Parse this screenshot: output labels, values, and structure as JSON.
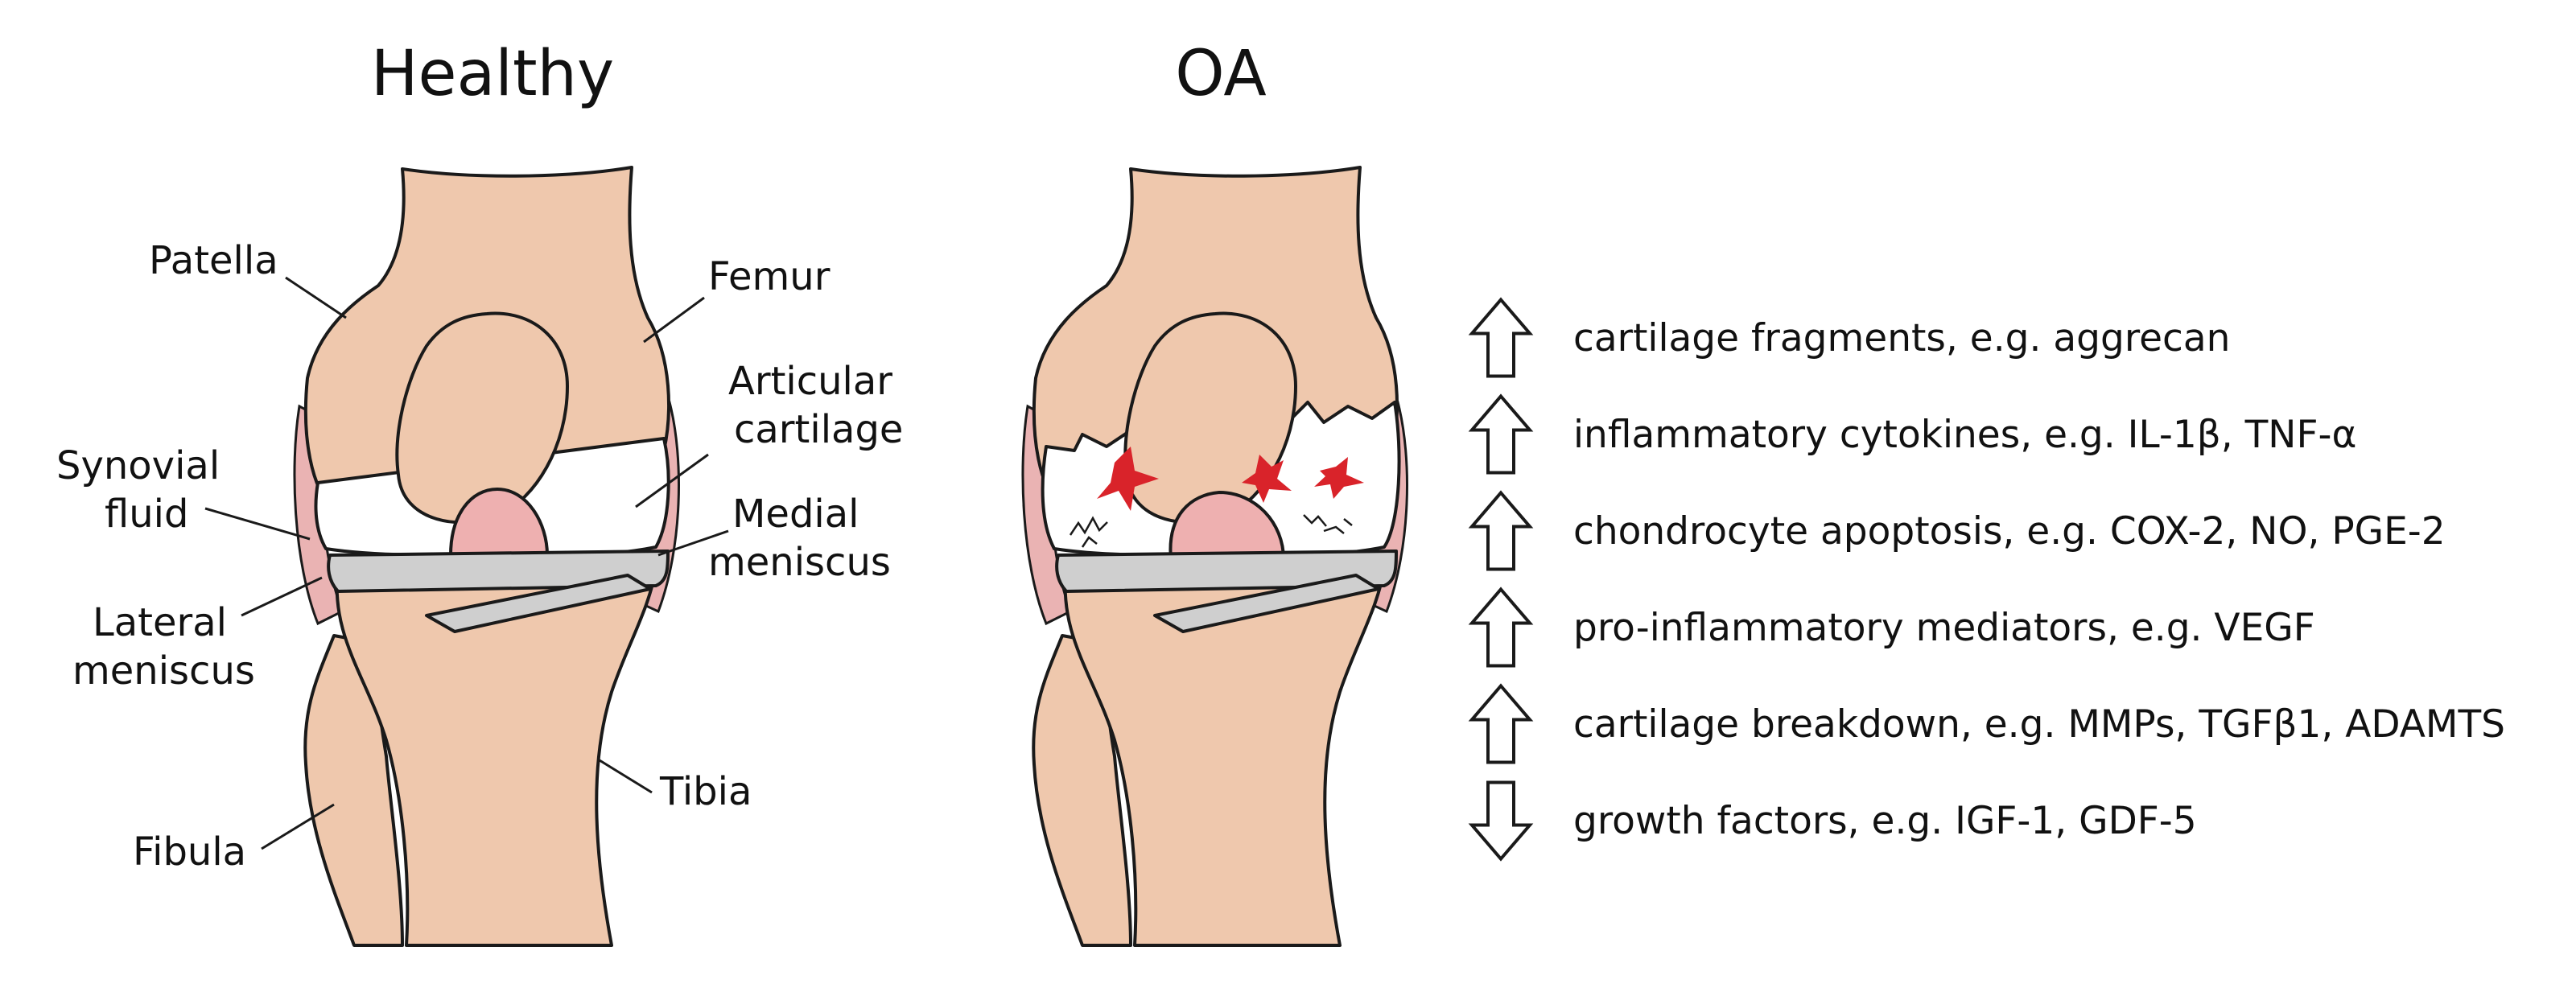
{
  "titles": {
    "healthy": "Healthy",
    "oa": "OA"
  },
  "labels": {
    "patella": "Patella",
    "femur": "Femur",
    "articular_1": "Articular",
    "articular_2": "cartilage",
    "synovial_1": "Synovial",
    "synovial_2": "fluid",
    "medial_1": "Medial",
    "medial_2": "meniscus",
    "lateral_1": "Lateral",
    "lateral_2": "meniscus",
    "tibia": "Tibia",
    "fibula": "Fibula"
  },
  "changes": [
    {
      "direction": "up",
      "text": "cartilage fragments, e.g. aggrecan"
    },
    {
      "direction": "up",
      "text": "inflammatory cytokines, e.g. IL-1β, TNF-α"
    },
    {
      "direction": "up",
      "text": "chondrocyte apoptosis, e.g. COX-2, NO, PGE-2"
    },
    {
      "direction": "up",
      "text": "pro-inflammatory mediators, e.g. VEGF"
    },
    {
      "direction": "up",
      "text": "cartilage breakdown, e.g. MMPs, TGFβ1, ADAMTS"
    },
    {
      "direction": "down",
      "text": "growth factors, e.g. IGF-1, GDF-5"
    }
  ],
  "colors": {
    "bone": "#efc8ad",
    "cartilage": "#ffffff",
    "meniscus": "#cfcfcf",
    "synovial": "#eab3b3",
    "lesion": "#d9232a"
  }
}
